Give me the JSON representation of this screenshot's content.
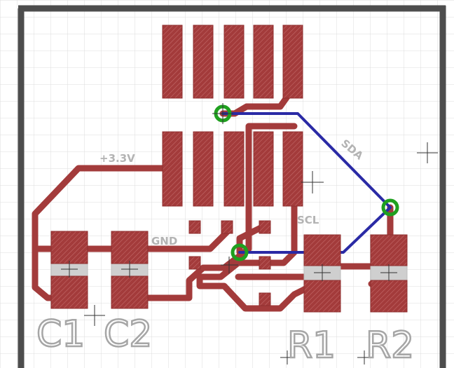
{
  "colors": {
    "background": "#ffffff",
    "grid": "#d6d6d6",
    "board_outline": "#4d4d4d",
    "copper_top": "#a33b3b",
    "copper_bottom": "#2a2aa5",
    "via_ring": "#1fa01f",
    "label_text": "#b3b3b3"
  },
  "nets": {
    "vcc": "+3.3V",
    "gnd": "GND",
    "sda": "SDA",
    "scl": "SCL"
  },
  "components": {
    "c1": "C1",
    "c2": "C2",
    "r1": "R1",
    "r2": "R2"
  },
  "icons": {
    "via": "via-ring-icon",
    "origin": "crosshair-icon"
  }
}
